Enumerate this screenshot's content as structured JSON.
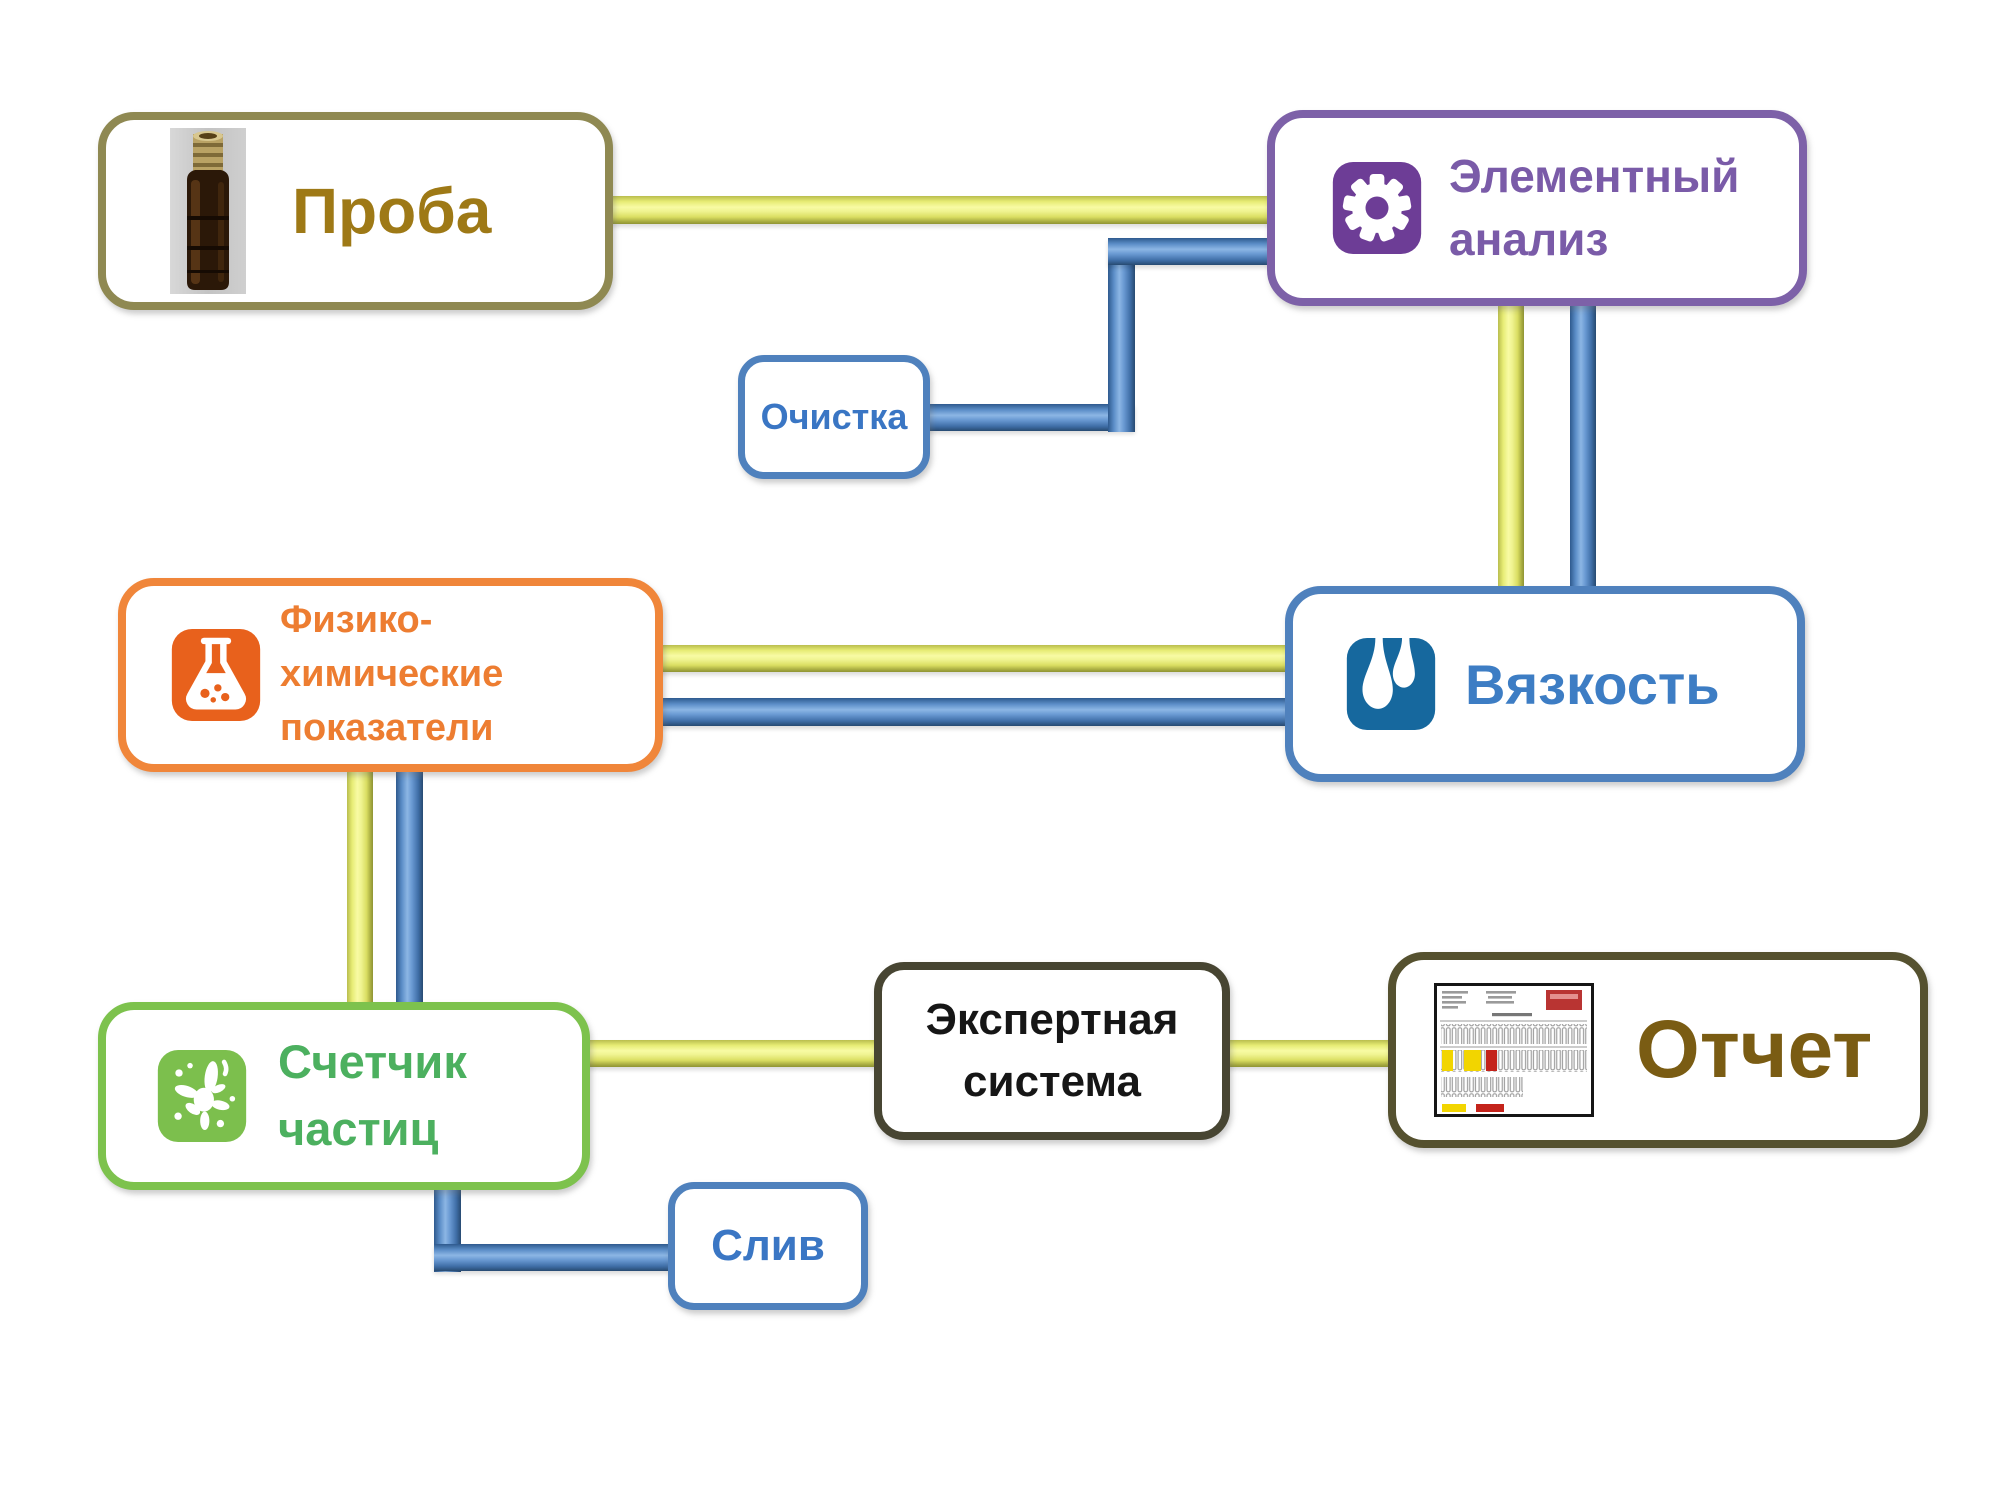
{
  "nodes": {
    "proba": {
      "label": "Проба",
      "border_color": "#8f8952",
      "text_color": "#9e7916",
      "icon": "sample-vial-photo"
    },
    "elemental": {
      "label": "Элементный\nанализ",
      "border_color": "#7d61a8",
      "text_color": "#7a5ba8",
      "icon": "gear-icon",
      "icon_color": "#6d3d96"
    },
    "ochistka": {
      "label": "Очистка",
      "border_color": "#4f81bd",
      "text_color": "#3a76c4"
    },
    "fizhim": {
      "label": "Физико-химические\nпоказатели",
      "border_color": "#f0863a",
      "text_color": "#ed7d31",
      "icon": "flask-icon",
      "icon_color": "#e8611c"
    },
    "vyazkost": {
      "label": "Вязкость",
      "border_color": "#4f81bd",
      "text_color": "#3d7dc4",
      "icon": "droplets-icon",
      "icon_color": "#16689e"
    },
    "schetchik": {
      "label": "Счетчик\nчастиц",
      "border_color": "#7dc24d",
      "text_color": "#4cb05f",
      "icon": "splash-icon",
      "icon_color": "#7cbf4d"
    },
    "expert": {
      "label": "Экспертная\nсистема",
      "border_color": "#474532",
      "text_color": "#161616"
    },
    "otchet": {
      "label": "Отчет",
      "border_color": "#55512f",
      "text_color": "#7a5c13",
      "icon": "report-thumbnail"
    },
    "sliv": {
      "label": "Слив",
      "border_color": "#4f81bd",
      "text_color": "#3a76c4"
    }
  },
  "pipes": {
    "yellow_color": "#eef27c",
    "blue_color": "#5588c4"
  },
  "connections": [
    {
      "from": "proba",
      "to": "elemental",
      "colors": [
        "yellow"
      ]
    },
    {
      "from": "ochistka",
      "to": "elemental",
      "colors": [
        "blue"
      ]
    },
    {
      "from": "elemental",
      "to": "vyazkost",
      "colors": [
        "yellow",
        "blue"
      ]
    },
    {
      "from": "fizhim",
      "to": "vyazkost",
      "colors": [
        "yellow",
        "blue"
      ]
    },
    {
      "from": "fizhim",
      "to": "schetchik",
      "colors": [
        "yellow",
        "blue"
      ]
    },
    {
      "from": "schetchik",
      "to": "expert",
      "colors": [
        "yellow"
      ]
    },
    {
      "from": "expert",
      "to": "otchet",
      "colors": [
        "yellow"
      ]
    },
    {
      "from": "schetchik",
      "to": "sliv",
      "colors": [
        "blue"
      ]
    }
  ]
}
